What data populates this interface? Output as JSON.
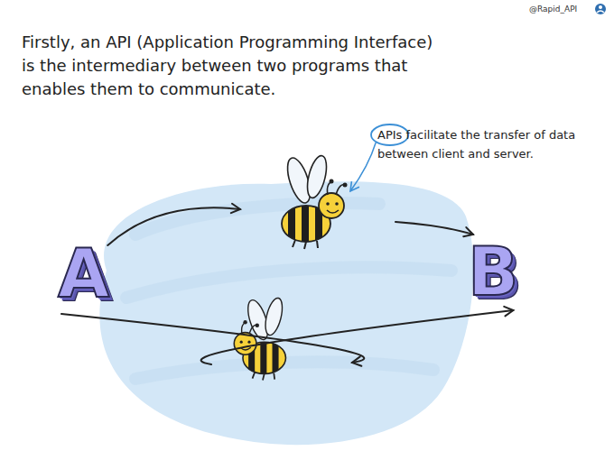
{
  "diagram": {
    "title": "Firstly, an API (Application Programming Interface) is the intermediary between two programs that enables them to communicate.",
    "nodes": [
      {
        "text": [
          "A"
        ]
      },
      {
        "text": [
          "B"
        ]
      }
    ],
    "edges": [
      {
        "from": 0,
        "to": 1,
        "arrow": "to"
      },
      {
        "from": 1,
        "to": 0,
        "arrow": "to"
      }
    ],
    "labels": [
      "APIs facilitate the transfer of data between client and server.",
      "@Rapid_API"
    ]
  }
}
